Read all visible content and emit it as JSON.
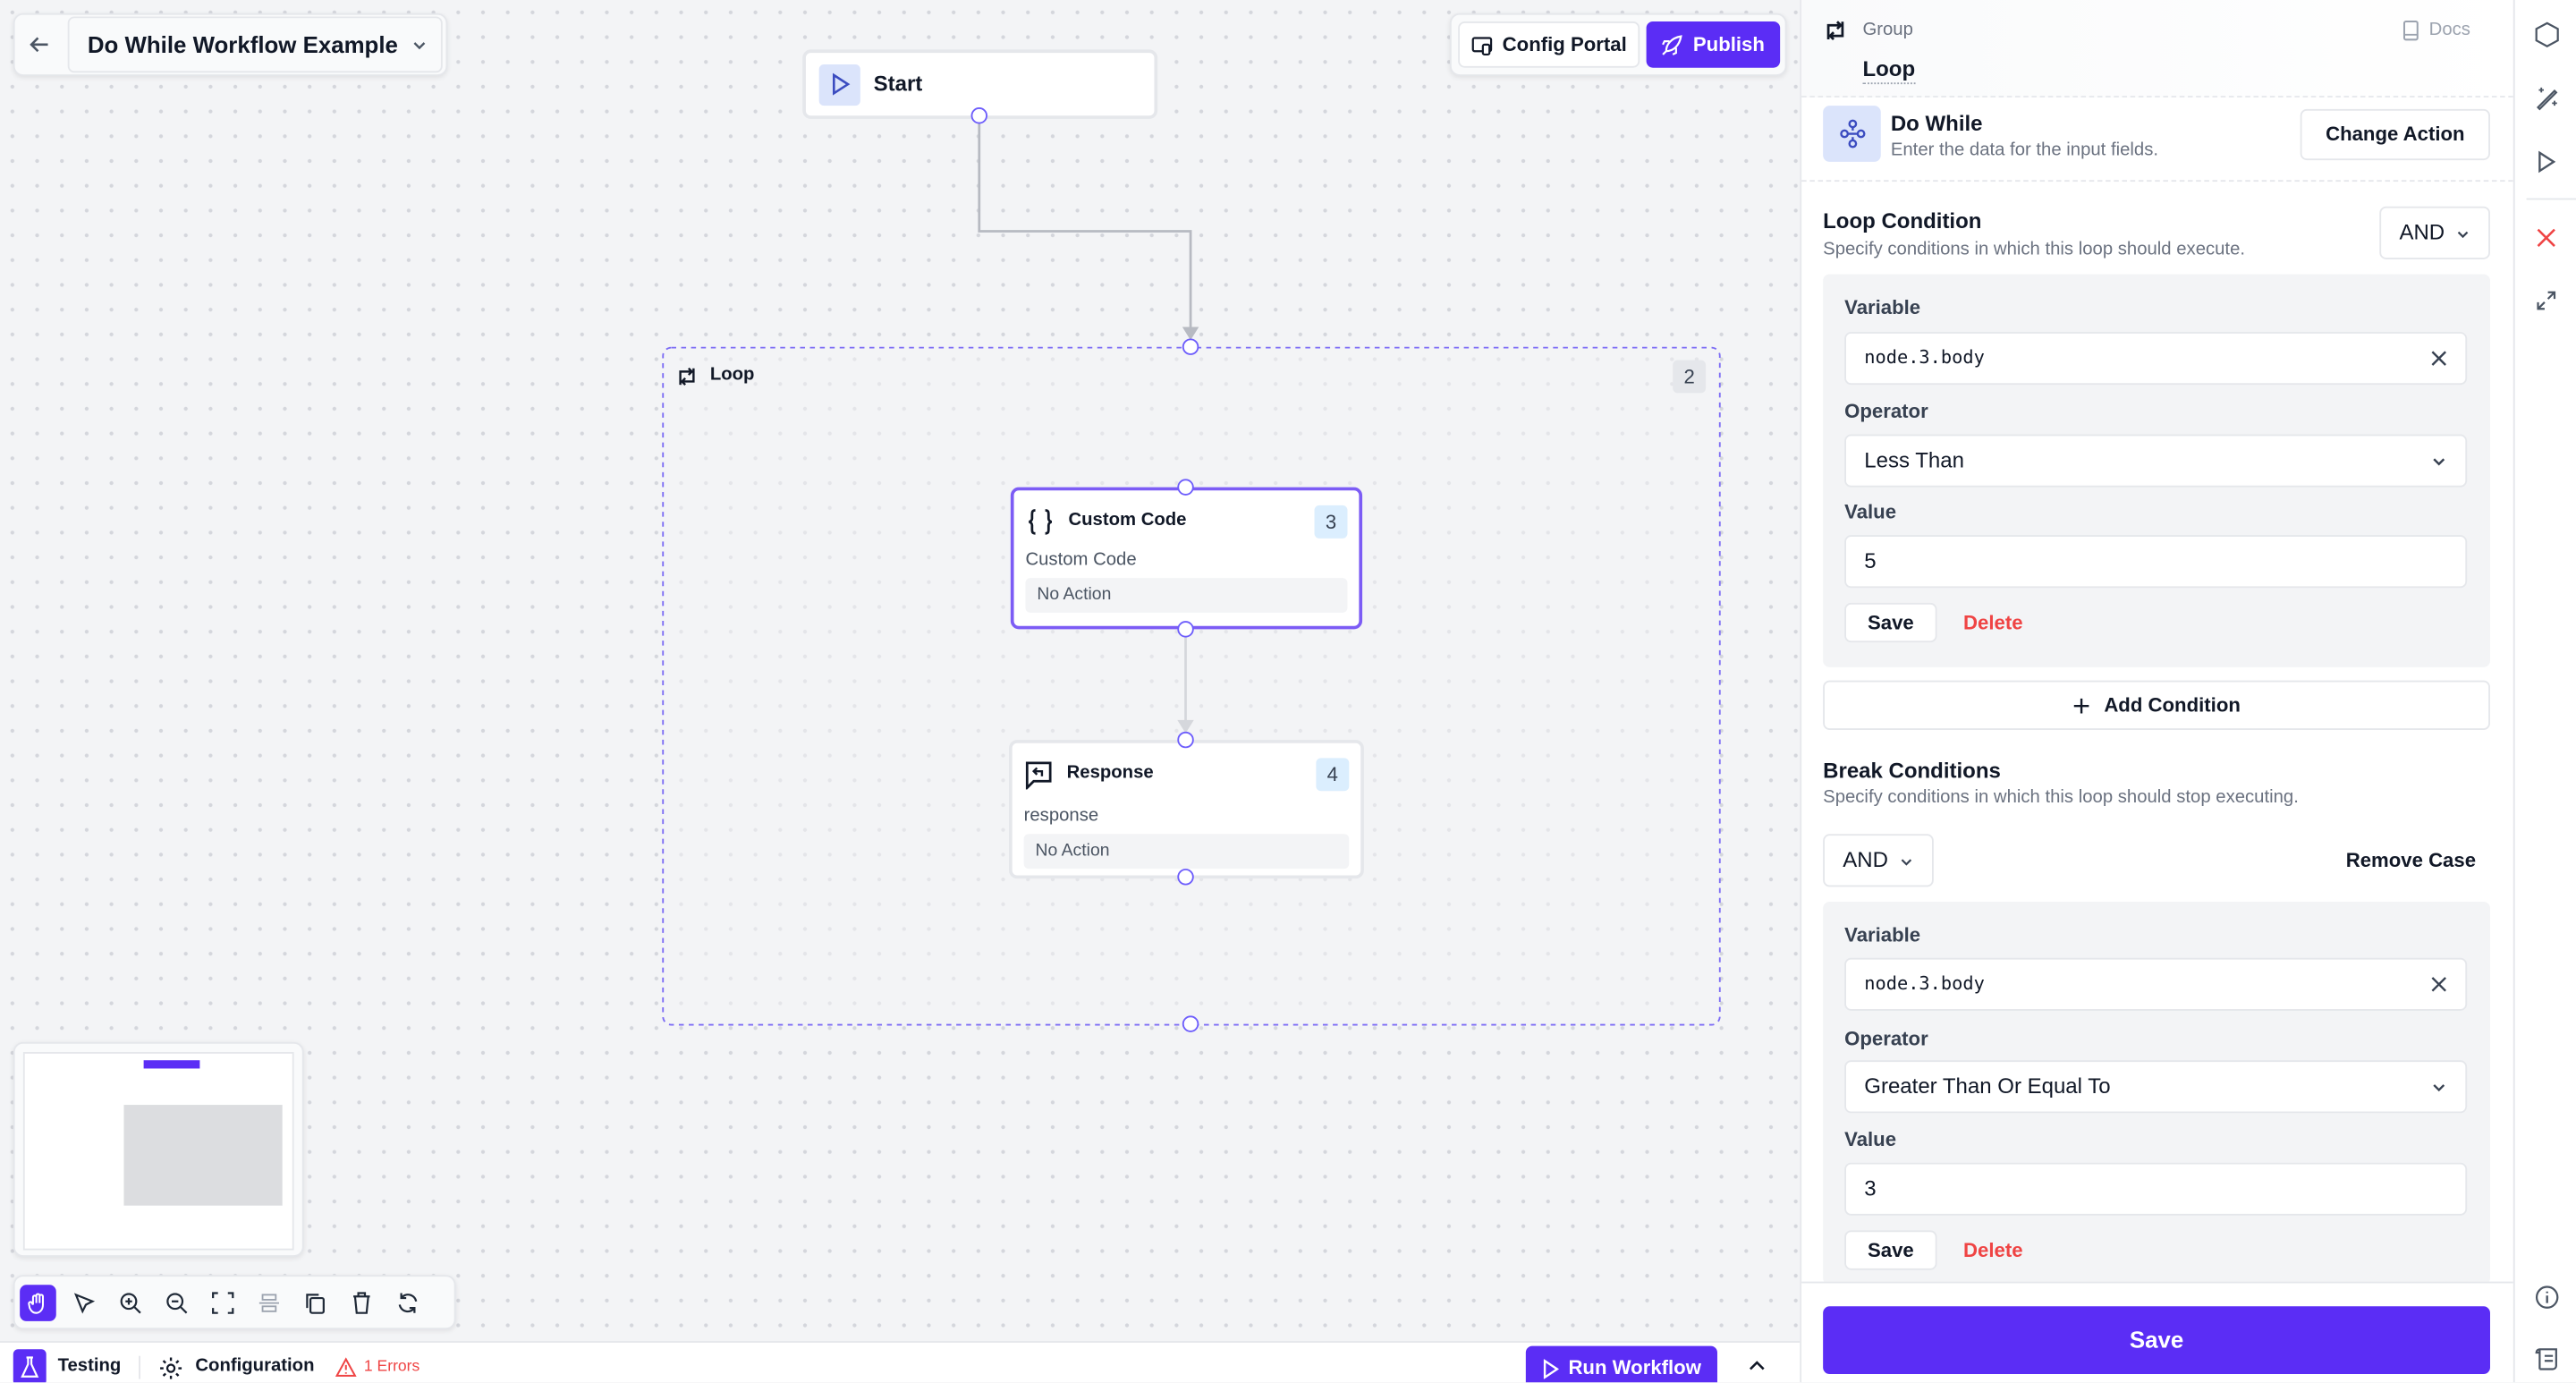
{
  "header": {
    "workflow_title": "Do While Workflow Example",
    "config_portal_label": "Config Portal",
    "publish_label": "Publish"
  },
  "colors": {
    "accent": "#5b2df5",
    "error": "#ef4444",
    "badge_bg": "#dbeafe",
    "icon_bg": "#dbe4fb"
  },
  "canvas": {
    "start_node": {
      "label": "Start"
    },
    "loop_group": {
      "label": "Loop",
      "badge": "2"
    },
    "nodes": [
      {
        "title": "Custom Code",
        "badge": "3",
        "subtitle": "Custom Code",
        "action": "No Action",
        "icon": "braces-icon"
      },
      {
        "title": "Response",
        "badge": "4",
        "subtitle": "response",
        "action": "No Action",
        "icon": "message-reply-icon"
      }
    ]
  },
  "toolbar": {
    "tools": [
      "hand-icon",
      "pointer-icon",
      "zoom-in-icon",
      "zoom-out-icon",
      "fit-view-icon",
      "align-icon",
      "copy-icon",
      "trash-icon",
      "refresh-icon"
    ]
  },
  "bottom_bar": {
    "testing_label": "Testing",
    "configuration_label": "Configuration",
    "errors_label": "1 Errors",
    "run_label": "Run Workflow"
  },
  "panel": {
    "group_label": "Group",
    "docs_label": "Docs",
    "node_name": "Loop",
    "action": {
      "title": "Do While",
      "description": "Enter the data for the input fields.",
      "change_label": "Change Action"
    },
    "loop_condition": {
      "title": "Loop Condition",
      "description": "Specify conditions in which this loop should execute.",
      "logic": "AND",
      "variable_label": "Variable",
      "variable": "node.3.body",
      "operator_label": "Operator",
      "operator": "Less Than",
      "value_label": "Value",
      "value": "5",
      "save_label": "Save",
      "delete_label": "Delete"
    },
    "add_condition_label": "Add Condition",
    "break_conditions": {
      "title": "Break Conditions",
      "description": "Specify conditions in which this loop should stop executing.",
      "logic": "AND",
      "remove_case_label": "Remove Case",
      "variable_label": "Variable",
      "variable": "node.3.body",
      "operator_label": "Operator",
      "operator": "Greater Than Or Equal To",
      "value_label": "Value",
      "value": "3",
      "save_label": "Save",
      "delete_label": "Delete"
    },
    "save_label": "Save"
  }
}
